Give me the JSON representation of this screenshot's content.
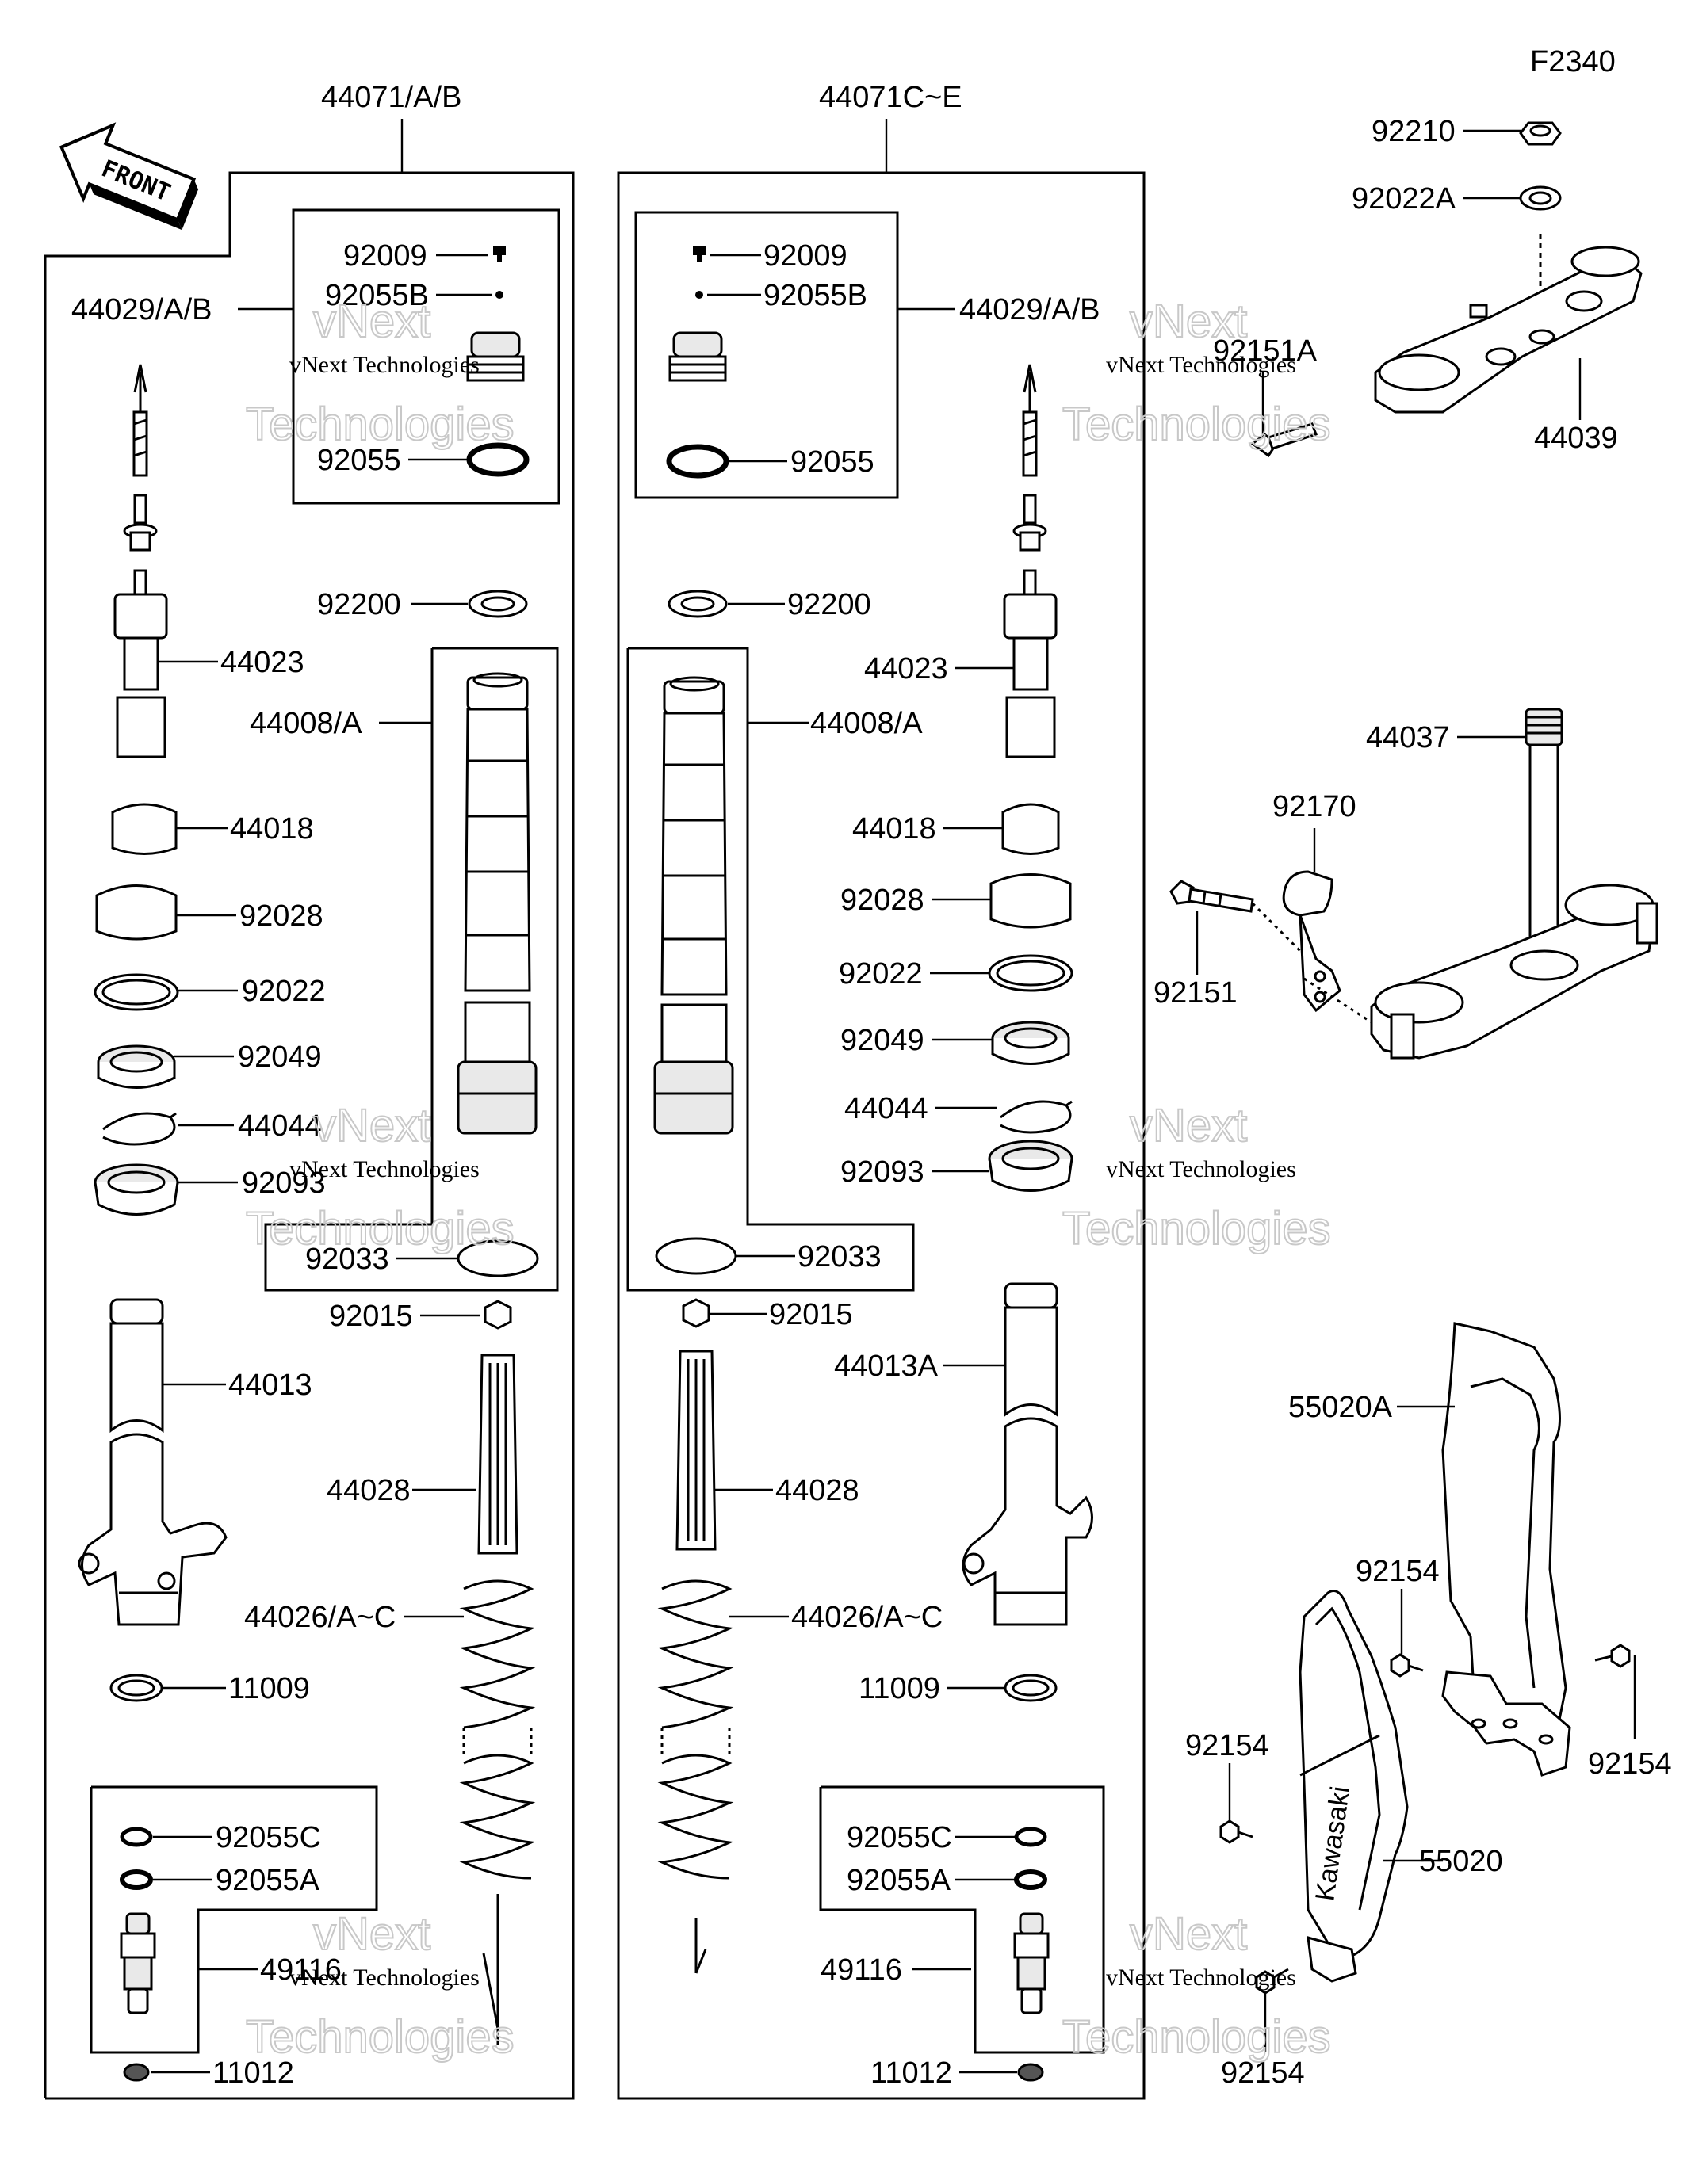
{
  "diagram_code": "F2340",
  "front_label": "FRONT",
  "watermark": {
    "line1": "vNext Technologies",
    "line2": "vNext",
    "line3": "Technologies"
  },
  "assemblies": {
    "left": "44071/A/B",
    "right": "44071C~E"
  },
  "left_fork": {
    "cap_kit": "44029/A/B",
    "screw": "92009",
    "oring_small": "92055B",
    "oring": "92055",
    "washer": "92200",
    "inner_tube": "44008/A",
    "rod_assy": "44023",
    "bushing": "44018",
    "guide_bushing": "92028",
    "washer_seal": "92022",
    "oil_seal": "92049",
    "snap_ring": "44044",
    "dust_seal": "92093",
    "circlip": "92033",
    "nut": "92015",
    "outer_tube": "44013",
    "cylinder": "44028",
    "spring": "44026/A~C",
    "gasket": "11009",
    "oring_c": "92055C",
    "oring_a": "92055A",
    "valve": "49116",
    "cap": "11012"
  },
  "right_fork": {
    "screw": "92009",
    "oring_small": "92055B",
    "cap_kit": "44029/A/B",
    "oring": "92055",
    "washer": "92200",
    "rod_assy": "44023",
    "inner_tube": "44008/A",
    "bushing": "44018",
    "guide_bushing": "92028",
    "washer_seal": "92022",
    "oil_seal": "92049",
    "snap_ring": "44044",
    "dust_seal": "92093",
    "circlip": "92033",
    "nut": "92015",
    "outer_tube": "44013A",
    "cylinder": "44028",
    "spring": "44026/A~C",
    "gasket": "11009",
    "oring_c": "92055C",
    "oring_a": "92055A",
    "valve": "49116",
    "cap": "11012"
  },
  "upper_bracket": {
    "nut": "92210",
    "washer": "92022A",
    "bolt": "92151A",
    "bracket": "44039"
  },
  "lower_bracket": {
    "stem": "44037",
    "clamp": "92170",
    "bolt": "92151"
  },
  "guards": {
    "guard_a": "55020A",
    "guard": "55020",
    "bolt_1": "92154",
    "bolt_2": "92154",
    "bolt_3": "92154",
    "bolt_4": "92154",
    "logo": "Kawasaki"
  }
}
